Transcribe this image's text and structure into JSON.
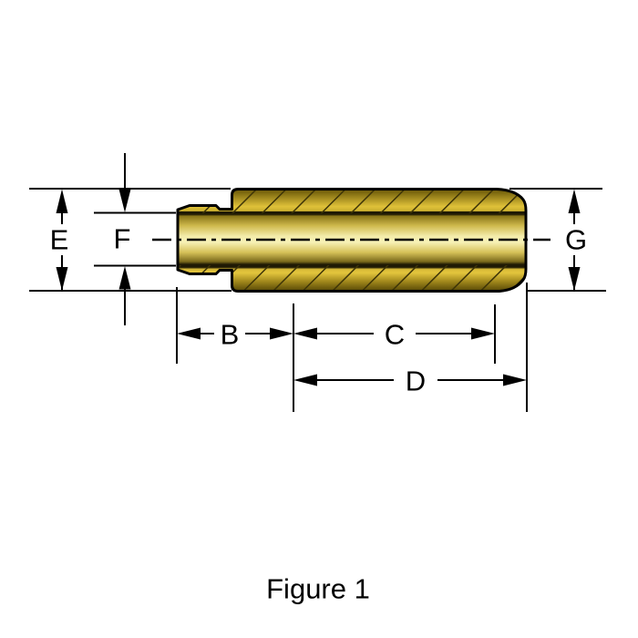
{
  "figure": {
    "caption": "Figure 1",
    "labels": {
      "B": "B",
      "C": "C",
      "D": "D",
      "E": "E",
      "F": "F",
      "G": "G"
    },
    "colors": {
      "outline": "#000000",
      "brass_dark": "#60500c",
      "brass_mid": "#d9bd3f",
      "brass_highlight": "#f7f1b6",
      "hatch_line": "#3e3407",
      "background": "#ffffff"
    }
  }
}
